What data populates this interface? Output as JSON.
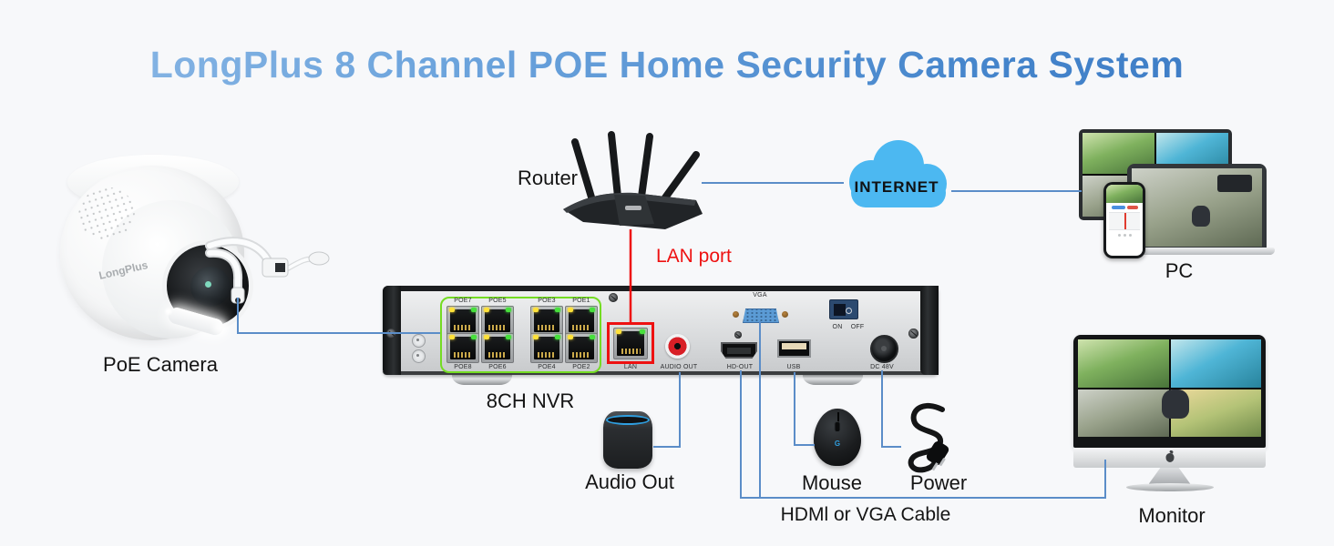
{
  "title": "LongPlus 8 Channel POE Home Security Camera System",
  "devices": {
    "camera": {
      "label": "PoE Camera",
      "brand": "LongPlus"
    },
    "router": {
      "label": "Router"
    },
    "lan": {
      "label": "LAN port"
    },
    "internet": {
      "label": "INTERNET"
    },
    "pc": {
      "label": "PC"
    },
    "nvr": {
      "label": "8CH NVR"
    },
    "speaker": {
      "label": "Audio Out"
    },
    "mouse": {
      "label": "Mouse"
    },
    "power": {
      "label": "Power"
    },
    "cable": {
      "label": "HDMl or VGA Cable"
    },
    "monitor": {
      "label": "Monitor"
    }
  },
  "nvr_ports": {
    "poe_top": [
      "POE7",
      "POE5",
      "POE3",
      "POE1"
    ],
    "poe_bottom": [
      "POE8",
      "POE6",
      "POE4",
      "POE2"
    ],
    "lan": "LAN",
    "audio": "AUDIO OUT",
    "hdmi": "HD-OUT",
    "usb": "USB",
    "vga": "VGA",
    "on": "ON",
    "off": "OFF",
    "dc": "DC 48V"
  },
  "colors": {
    "background": "#f7f8fa",
    "title_gradient_start": "#8db9e6",
    "title_gradient_end": "#3c7ac4",
    "connection_blue": "#5b8dc8",
    "alert_red": "#ee1111",
    "cloud_blue": "#4cb8f1",
    "poe_outline_green": "#74dc22"
  }
}
